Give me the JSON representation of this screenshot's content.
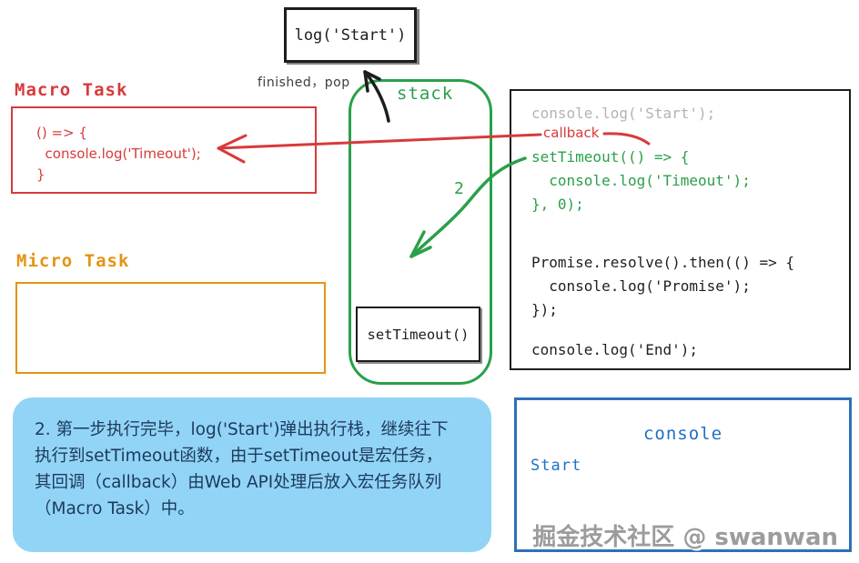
{
  "colors": {
    "red": "#d83a3a",
    "green": "#2aa04a",
    "orange": "#e59312",
    "ink": "#1d1d1d",
    "code_done_gray": "#b3b3b3",
    "console_blue": "#1f6fc5",
    "console_border_blue": "#2f6fba",
    "note_background": "#92d4f6",
    "note_text": "#1b3a5c"
  },
  "top_box": {
    "code": "log('Start')"
  },
  "annotations": {
    "finished_pop": "finished，pop",
    "callback": "callback",
    "step_number": "2"
  },
  "stack": {
    "label": "stack",
    "frame": "setTimeout()"
  },
  "macro_task": {
    "label": "Macro Task",
    "code_lines": [
      "() => {",
      "  console.log('Timeout');",
      "}"
    ]
  },
  "micro_task": {
    "label": "Micro Task"
  },
  "source_code": {
    "lines": [
      {
        "text": "console.log('Start');",
        "state": "done"
      },
      {
        "text": "setTimeout(() => {",
        "state": "current"
      },
      {
        "text": "  console.log('Timeout');",
        "state": "current"
      },
      {
        "text": "}, 0);",
        "state": "current"
      },
      {
        "text": "Promise.resolve().then(() => {",
        "state": "pending"
      },
      {
        "text": "  console.log('Promise');",
        "state": "pending"
      },
      {
        "text": "});",
        "state": "pending"
      },
      {
        "text": "console.log('End');",
        "state": "pending"
      }
    ]
  },
  "note": {
    "lines": [
      "2. 第一步执行完毕，log('Start')弹出执行栈，继续往下",
      "执行到setTimeout函数，由于setTimeout是宏任务，",
      "其回调（callback）由Web API处理后放入宏任务队列",
      "（Macro Task）中。"
    ]
  },
  "console_panel": {
    "title": "console",
    "output": [
      "Start"
    ],
    "watermark": "掘金技术社区 @ swanwan"
  }
}
